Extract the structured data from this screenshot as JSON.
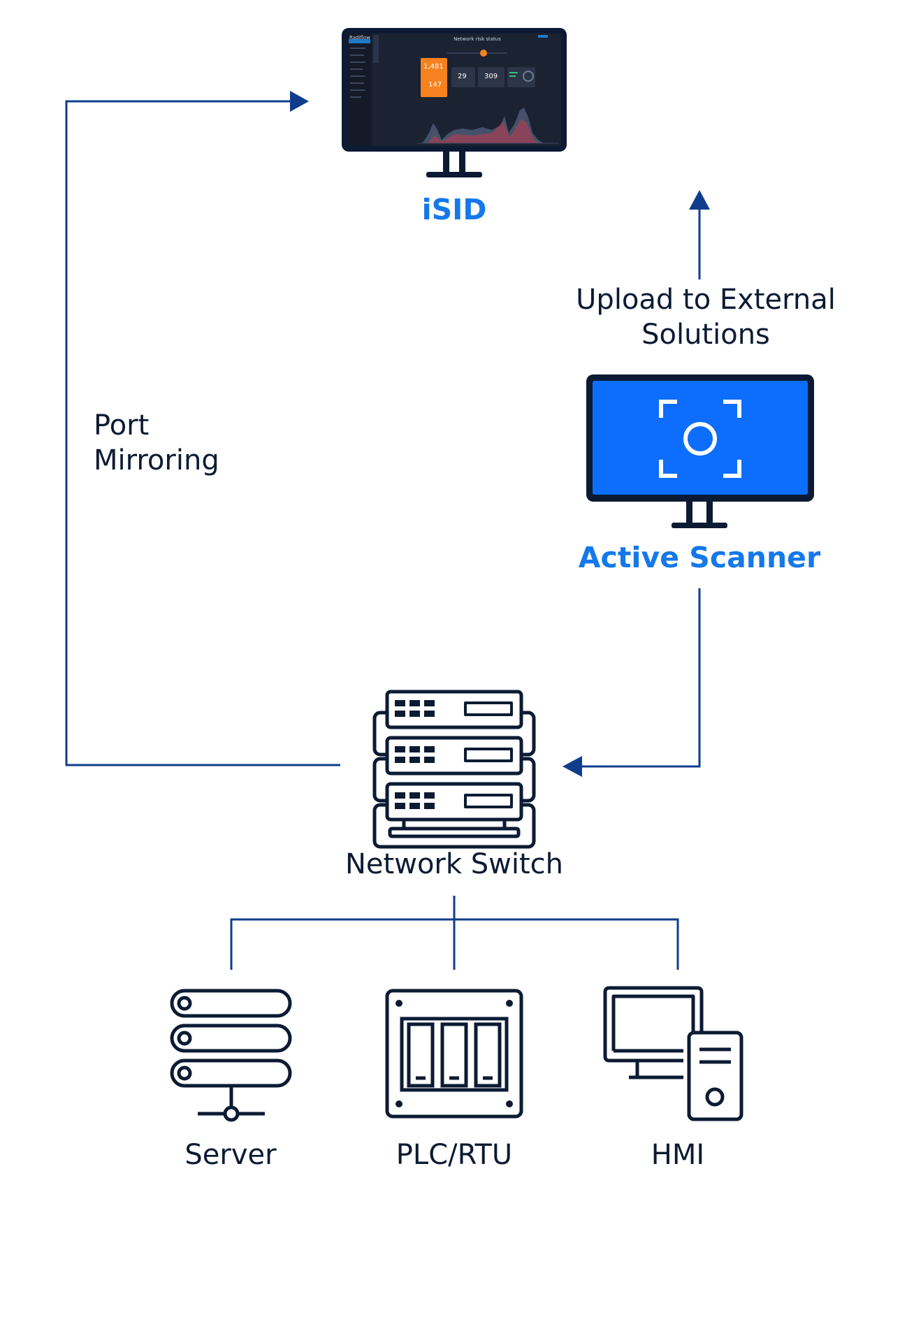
{
  "colors": {
    "accent": "#1478ea",
    "connector": "#0f3d8c",
    "icon_stroke": "#0c1b33",
    "scanner_screen": "#0d6efd",
    "dashboard_bg": "#1b2232",
    "dashboard_tile": "#f5821f"
  },
  "nodes": {
    "isid": {
      "label": "iSID",
      "icon": "monitor-dashboard-icon"
    },
    "active_scanner": {
      "label": "Active Scanner",
      "icon": "monitor-scan-icon"
    },
    "network_switch": {
      "label": "Network Switch",
      "icon": "switch-rack-icon"
    },
    "server": {
      "label": "Server",
      "icon": "server-stack-icon"
    },
    "plc_rtu": {
      "label": "PLC/RTU",
      "icon": "plc-cabinet-icon"
    },
    "hmi": {
      "label": "HMI",
      "icon": "desktop-pc-icon"
    }
  },
  "edges": {
    "port_mirroring": {
      "label_line1": "Port",
      "label_line2": "Mirroring",
      "from": "Network Switch",
      "to": "iSID"
    },
    "upload": {
      "label_line1": "Upload to External",
      "label_line2": "Solutions",
      "from": "Active Scanner",
      "to": "External Solutions"
    },
    "scan": {
      "from": "Active Scanner",
      "to": "Network Switch"
    },
    "fanout": {
      "from": "Network Switch",
      "to": [
        "Server",
        "PLC/RTU",
        "HMI"
      ]
    }
  },
  "dashboard_preview": {
    "brand": "Radiflow",
    "title": "Network risk status",
    "tile_main_1": "1,481",
    "tile_main_2": "147",
    "tile_2": "29",
    "tile_3": "309"
  }
}
